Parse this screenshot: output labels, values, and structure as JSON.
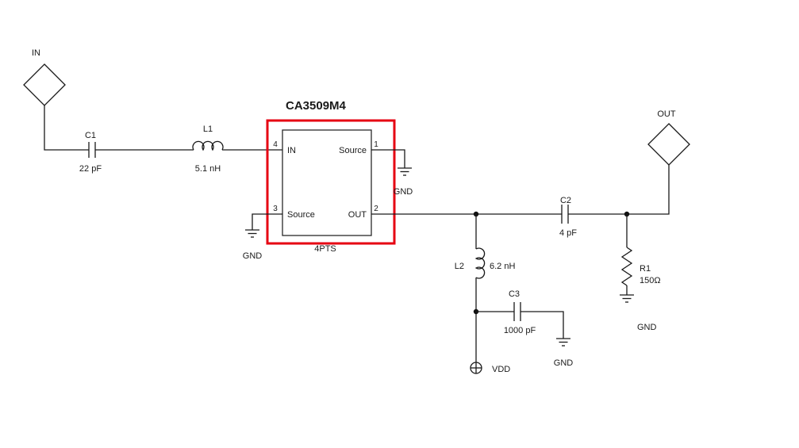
{
  "colors": {
    "highlight": "#e60012",
    "wire": "#1a1a1a"
  },
  "ports": {
    "input": "IN",
    "output": "OUT"
  },
  "ic": {
    "name": "CA3509M4",
    "package_label": "4PTS",
    "pins": {
      "pin4": {
        "number": "4",
        "label": "IN"
      },
      "pin1": {
        "number": "1",
        "label": "Source"
      },
      "pin3": {
        "number": "3",
        "label": "Source"
      },
      "pin2": {
        "number": "2",
        "label": "OUT"
      }
    }
  },
  "components": {
    "C1": {
      "ref": "C1",
      "value": "22 pF"
    },
    "L1": {
      "ref": "L1",
      "value": "5.1 nH"
    },
    "C2": {
      "ref": "C2",
      "value": "4 pF"
    },
    "L2": {
      "ref": "L2",
      "value": "6.2 nH"
    },
    "C3": {
      "ref": "C3",
      "value": "1000 pF"
    },
    "R1": {
      "ref": "R1",
      "value": "150Ω"
    }
  },
  "power": {
    "vdd": "VDD",
    "gnd": "GND"
  }
}
